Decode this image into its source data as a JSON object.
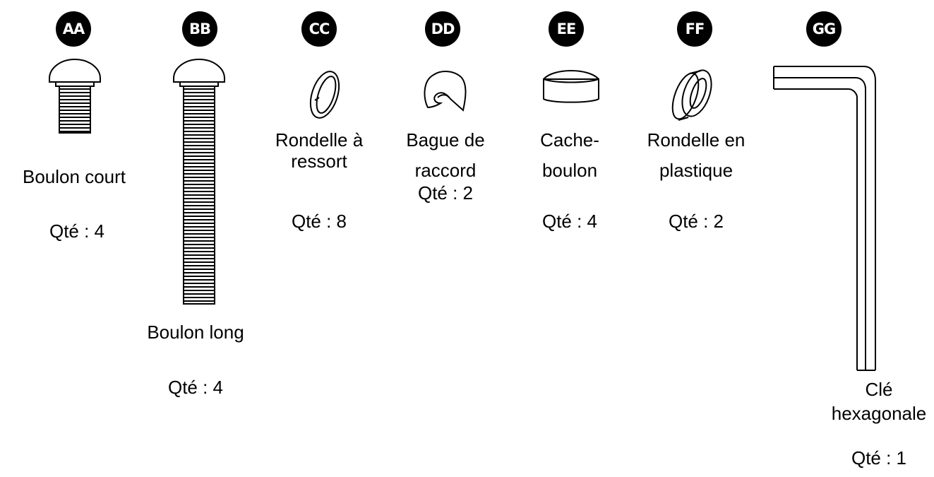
{
  "parts": [
    {
      "id": "AA",
      "name_lines": [
        "Boulon court"
      ],
      "qty": "Qté : 4"
    },
    {
      "id": "BB",
      "name_lines": [
        "Boulon long"
      ],
      "qty": "Qté : 4"
    },
    {
      "id": "CC",
      "name_lines": [
        "Rondelle à",
        "ressort"
      ],
      "qty": "Qté :  8"
    },
    {
      "id": "DD",
      "name_lines": [
        "Bague de",
        "raccord"
      ],
      "qty": "Qté :  2"
    },
    {
      "id": "EE",
      "name_lines": [
        "Cache-",
        "boulon"
      ],
      "qty": "Qté :  4"
    },
    {
      "id": "FF",
      "name_lines": [
        "Rondelle en",
        "plastique"
      ],
      "qty": "Qté :  2"
    },
    {
      "id": "GG",
      "name_lines": [
        "Clé",
        "hexagonale"
      ],
      "qty": "Qté :  1"
    }
  ]
}
